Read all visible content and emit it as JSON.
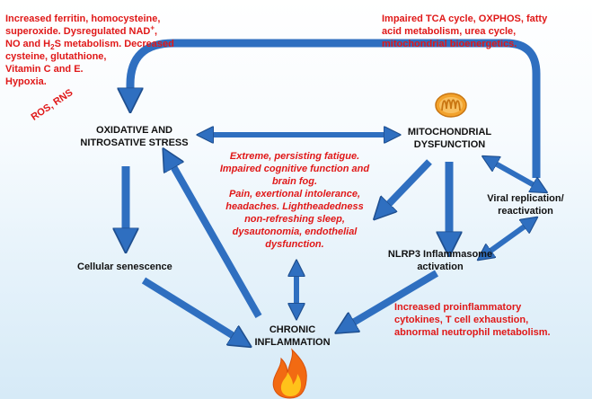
{
  "top_left_note": {
    "line1": "Increased  ferritin, homocysteine,",
    "line2": "superoxide. Dysregulated NAD",
    "line2_sup": "+",
    "line2_end": ",",
    "line3_a": "NO and H",
    "line3_sub": "2",
    "line3_b": "S metabolism. Decreased",
    "line4": "cysteine, glutathione,",
    "line5": "Vitamin C and E.",
    "line6": "Hypoxia."
  },
  "top_right_note": {
    "line1": "Impaired TCA cycle, OXPHOS, fatty",
    "line2": "acid metabolism,  urea cycle,",
    "line3": "mitochondrial bioenergetics."
  },
  "ros_label": "ROS, RNS",
  "nodes": {
    "oxidative_line1": "OXIDATIVE AND",
    "oxidative_line2": "NITROSATIVE STRESS",
    "mito_line1": "MITOCHONDRIAL",
    "mito_line2": "DYSFUNCTION",
    "viral_line1": "Viral replication/",
    "viral_line2": "reactivation",
    "nlrp3_line1": "NLRP3 Inflammasome",
    "nlrp3_line2": "activation",
    "senescence": "Cellular senescence",
    "chronic_line1": "CHRONIC",
    "chronic_line2": "INFLAMMATION"
  },
  "symptoms": {
    "line1": "Extreme, persisting fatigue.",
    "line2": "Impaired cognitive function and",
    "line3": "brain fog.",
    "line4": "Pain, exertional intolerance,",
    "line5": "headaches. Lightheadedness",
    "line6": "non-refreshing sleep,",
    "line7": "dysautonomia, endothelial",
    "line8": "dysfunction."
  },
  "cytokine_note": {
    "line1": "Increased  proinflammatory",
    "line2": "cytokines, T cell exhaustion,",
    "line3": "abnormal neutrophil metabolism."
  },
  "icons": [
    "mitochondrion-icon",
    "flame-icon"
  ],
  "colors": {
    "arrow": "#2f6fc0",
    "arrow_outline": "#1f4f8f",
    "red_text": "#e01818",
    "mitochondrion": "#f2a22c",
    "flame_outer": "#f26a12",
    "flame_inner": "#ffc21a"
  }
}
